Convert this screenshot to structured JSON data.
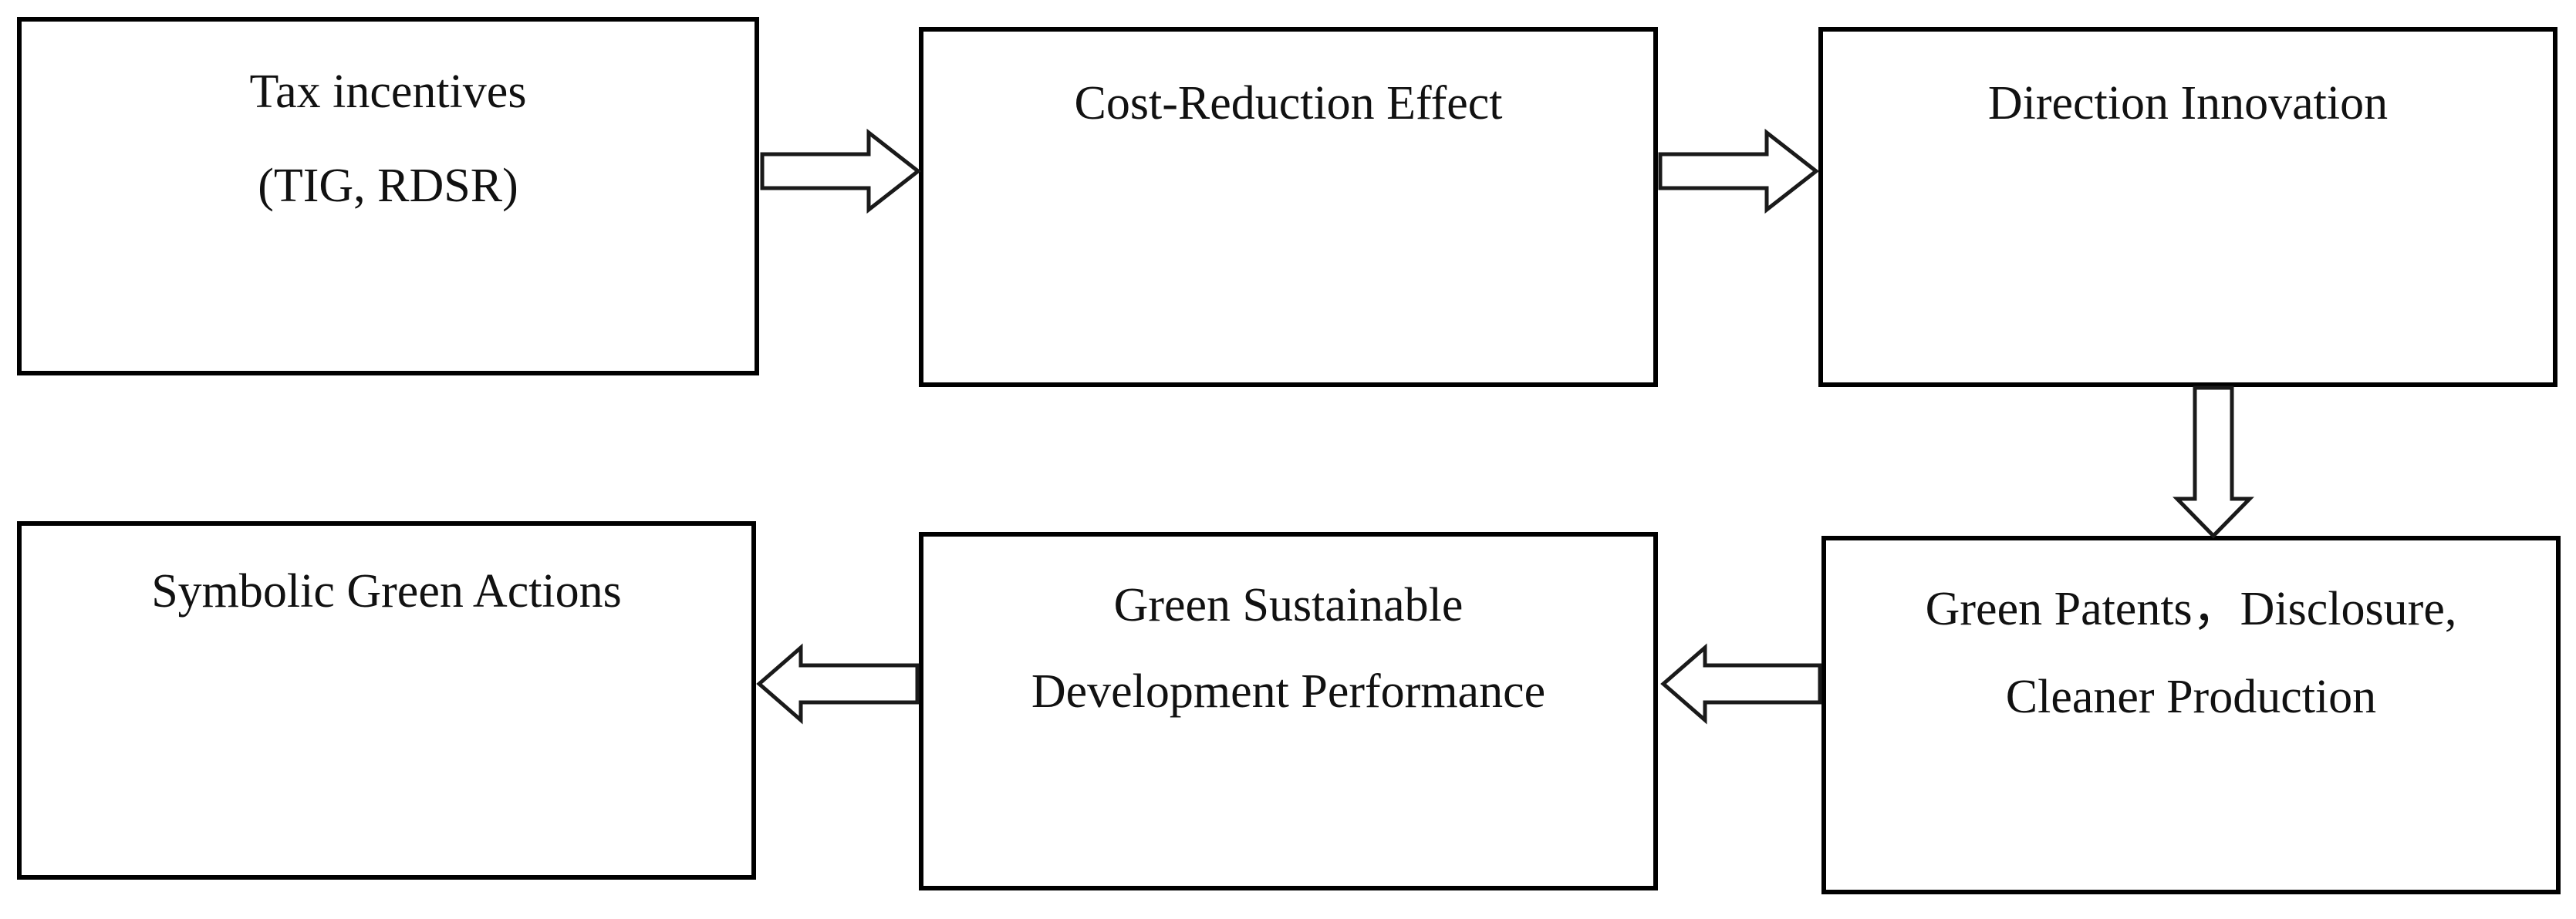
{
  "diagram": {
    "nodes": {
      "tax_incentives": {
        "line1": "Tax incentives",
        "line2": "(TIG, RDSR)"
      },
      "cost_reduction": {
        "line1": "Cost-Reduction Effect"
      },
      "direction_innovation": {
        "line1": "Direction Innovation"
      },
      "green_patents": {
        "line1": "Green Patents，Disclosure,",
        "line2": "Cleaner Production"
      },
      "green_sustainable": {
        "line1": "Green Sustainable",
        "line2": "Development Performance"
      },
      "symbolic_green": {
        "line1": "Symbolic Green Actions"
      }
    },
    "edges": [
      {
        "from": "tax_incentives",
        "to": "cost_reduction"
      },
      {
        "from": "cost_reduction",
        "to": "direction_innovation"
      },
      {
        "from": "direction_innovation",
        "to": "green_patents"
      },
      {
        "from": "green_patents",
        "to": "green_sustainable"
      },
      {
        "from": "green_sustainable",
        "to": "symbolic_green"
      }
    ]
  }
}
